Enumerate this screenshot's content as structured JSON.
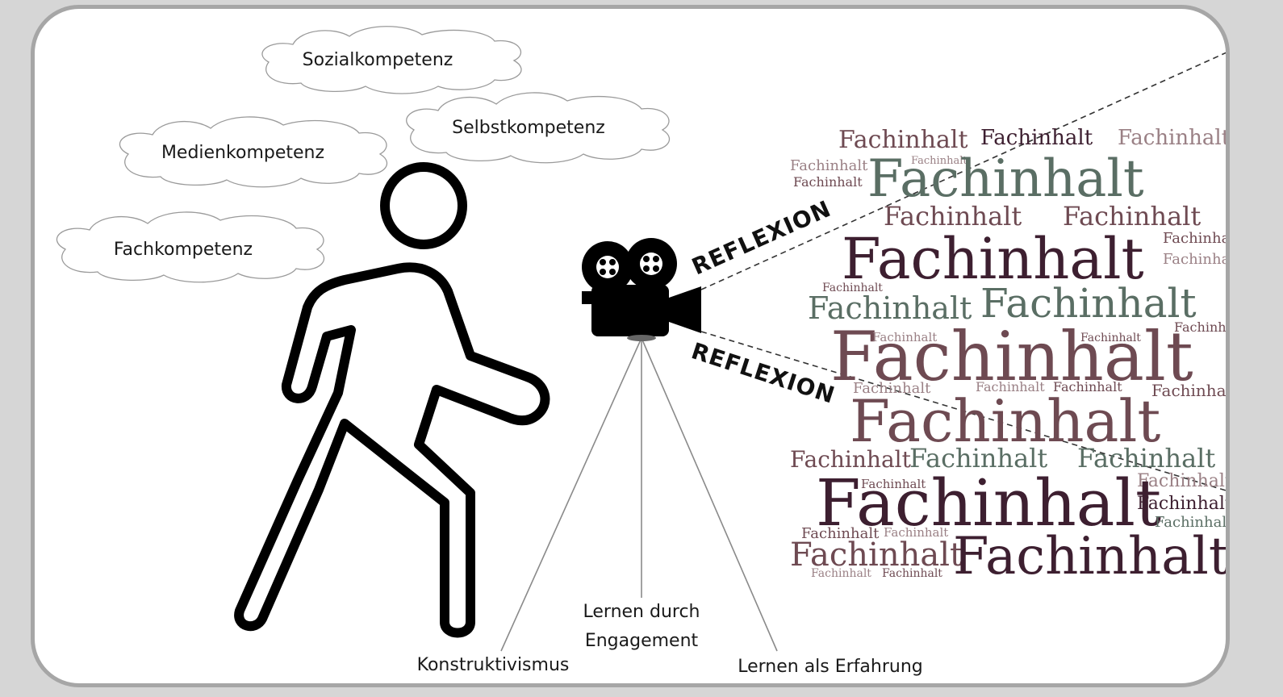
{
  "clouds": {
    "sozial": "Sozialkompetenz",
    "selbst": "Selbstkompetenz",
    "medien": "Medienkompetenz",
    "fach": "Fachkompetenz"
  },
  "reflexion": {
    "upper": "REFLEXION",
    "lower": "REFLEXION"
  },
  "tripod": {
    "left": "Konstruktivismus",
    "center_line1": "Lernen durch",
    "center_line2": "Engagement",
    "right": "Lernen als Erfahrung"
  },
  "wordcloud": {
    "word": "Fachinhalt",
    "colors": {
      "dark_plum": "#3d1f30",
      "mauve": "#6e4a52",
      "sage": "#5a6e64",
      "light_mauve": "#9a8085"
    }
  },
  "icons": [
    "walking-person-icon",
    "movie-camera-icon"
  ]
}
